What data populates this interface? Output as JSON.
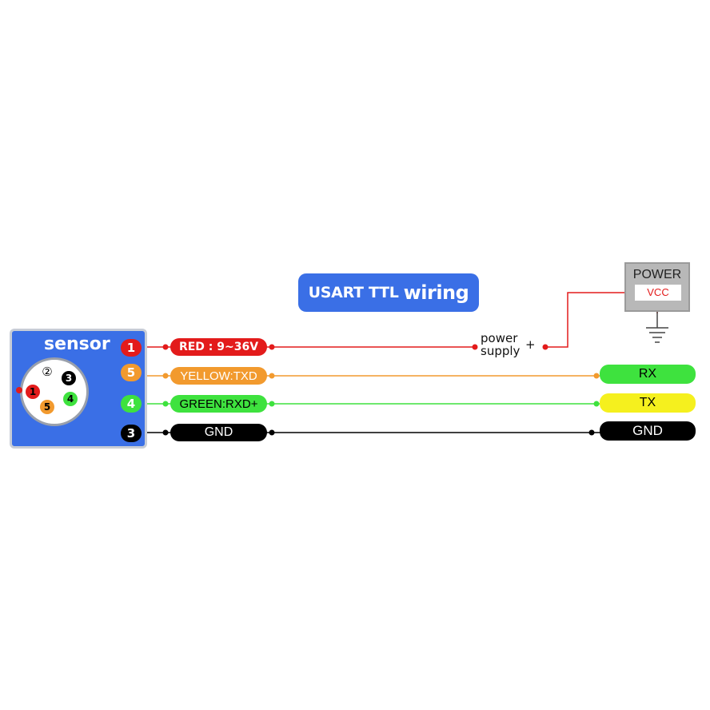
{
  "title": {
    "part1": "USART TTL",
    "part2": "wiring"
  },
  "sensor": {
    "label": "sensor",
    "connector_pins": [
      "②",
      "3",
      "1",
      "4",
      "5"
    ]
  },
  "pins": [
    {
      "number": "1",
      "color": "#e31b1b",
      "wire_label": "RED : 9~36V",
      "target": "power supply +"
    },
    {
      "number": "5",
      "color": "#f29a2e",
      "wire_label": "YELLOW:TXD",
      "target": "RX"
    },
    {
      "number": "4",
      "color": "#3ee23e",
      "wire_label": "GREEN:RXD+",
      "target": "TX"
    },
    {
      "number": "3",
      "color": "#000000",
      "wire_label": "GND",
      "target": "GND"
    }
  ],
  "targets": {
    "rx": {
      "label": "RX",
      "color": "#3ee23e"
    },
    "tx": {
      "label": "TX",
      "color": "#f5f01e"
    },
    "gnd": {
      "label": "GND",
      "color": "#000000"
    }
  },
  "power": {
    "box_label": "POWER",
    "vcc_label": "VCC",
    "supply_line1": "power",
    "supply_line2": "supply",
    "plus": "+"
  }
}
